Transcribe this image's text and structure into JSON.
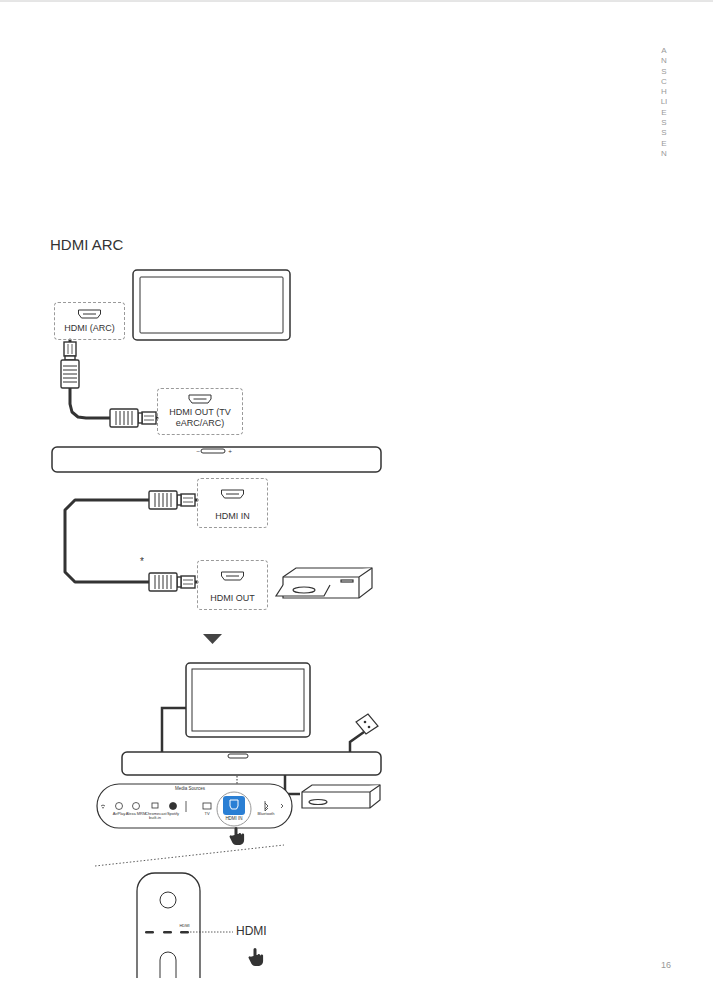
{
  "diagram": {
    "title": "HDMI ARC",
    "nodes": [
      {
        "text": [
          "HDMI (ARC)"
        ]
      },
      {
        "text": [
          "HDMI OUT (TV eARC/ARC)"
        ]
      },
      {
        "text": [
          "HDMI IN"
        ]
      },
      {
        "text": [
          "HDMI OUT"
        ]
      }
    ],
    "edges": [
      {
        "from": 0,
        "to": 1,
        "arrow": "none"
      },
      {
        "from": 2,
        "to": 3,
        "arrow": "none"
      }
    ],
    "labels": [
      "ANSCHLIESSEN",
      "*",
      "Media Sources",
      "AirPlay",
      "Alexa MRM",
      "Chromecast built-in",
      "Spotify",
      "TV",
      "HDMI IN",
      "Bluetooth",
      "HDMI",
      "HDMI",
      "16"
    ]
  }
}
